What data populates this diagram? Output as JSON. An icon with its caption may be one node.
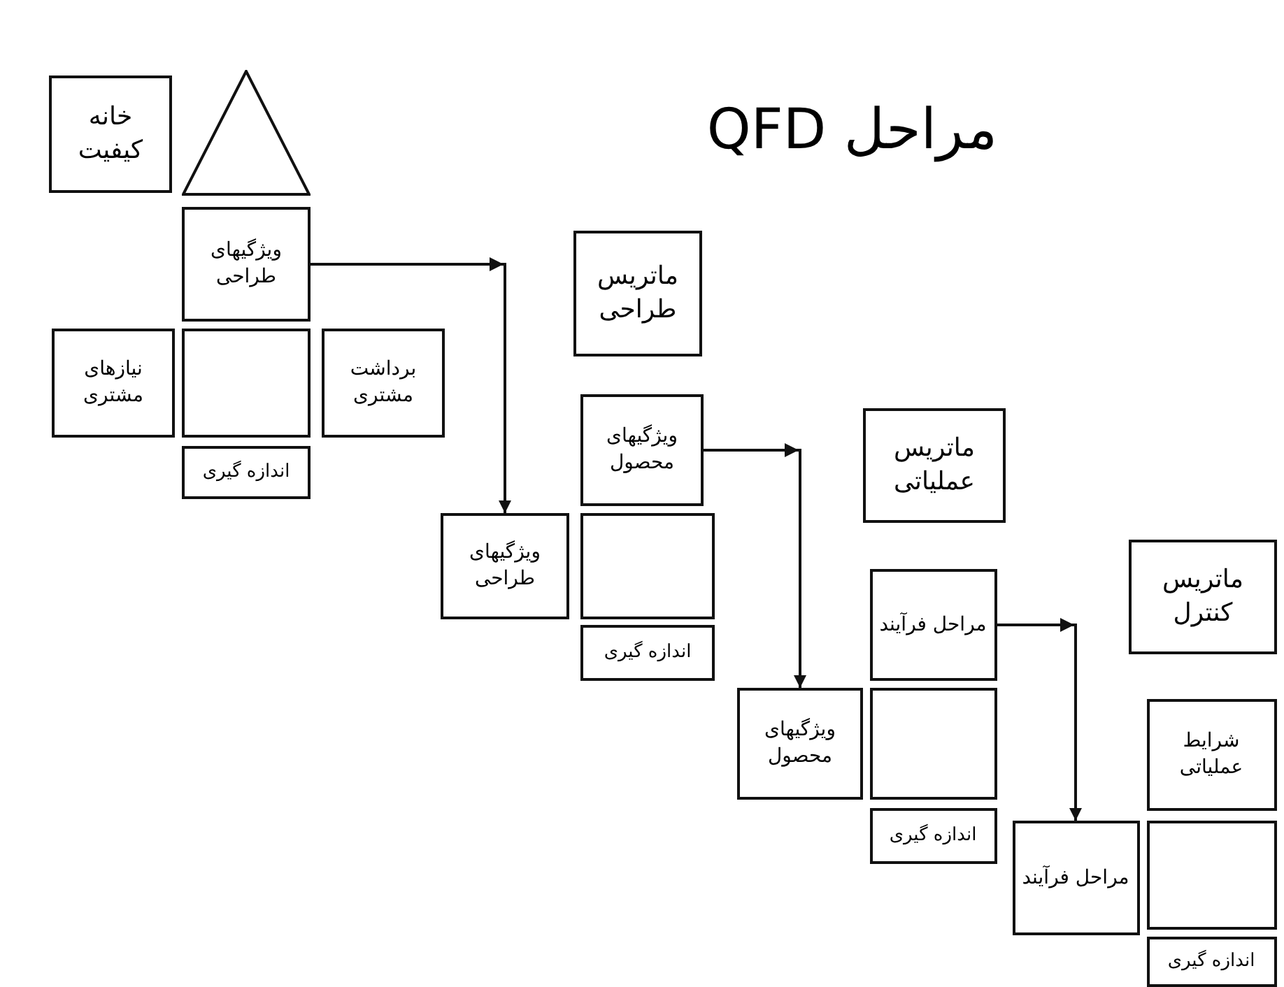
{
  "diagram": {
    "title": "مراحل QFD",
    "nodes": [
      {
        "text": [
          "خانه کیفیت"
        ]
      },
      {
        "text": [],
        "shape": "triangle"
      },
      {
        "text": [
          "ویژگیهای طراحی"
        ]
      },
      {
        "text": [
          "نیازهای مشتری"
        ]
      },
      {
        "text": [],
        "shape": "box"
      },
      {
        "text": [
          "برداشت مشتری"
        ]
      },
      {
        "text": [
          "اندازه گیری"
        ]
      },
      {
        "text": [
          "ماتریس طراحی"
        ]
      },
      {
        "text": [
          "ویژگیهای محصول"
        ]
      },
      {
        "text": [
          "ویژگیهای طراحی"
        ]
      },
      {
        "text": [],
        "shape": "box"
      },
      {
        "text": [
          "اندازه گیری"
        ]
      },
      {
        "text": [
          "ماتریس عملیاتی"
        ]
      },
      {
        "text": [
          "مراحل فرآیند"
        ]
      },
      {
        "text": [
          "ویژگیهای محصول"
        ]
      },
      {
        "text": [],
        "shape": "box"
      },
      {
        "text": [
          "اندازه گیری"
        ]
      },
      {
        "text": [
          "ماتریس کنترل"
        ]
      },
      {
        "text": [
          "شرایط عملیاتی"
        ]
      },
      {
        "text": [
          "مراحل فرآیند"
        ]
      },
      {
        "text": [],
        "shape": "box"
      },
      {
        "text": [
          "اندازه گیری"
        ]
      }
    ],
    "edges": [
      {
        "from": 2,
        "to": 9,
        "arrow": "to"
      },
      {
        "from": 8,
        "to": 14,
        "arrow": "to"
      },
      {
        "from": 13,
        "to": 19,
        "arrow": "to"
      }
    ]
  }
}
